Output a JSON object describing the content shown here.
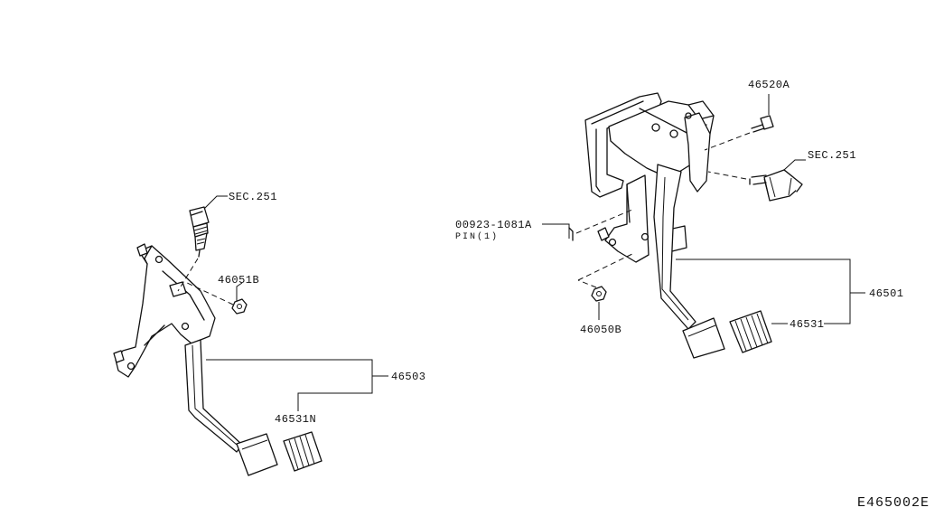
{
  "labels": {
    "sec251_left": "SEC.251",
    "p46051b": "46051B",
    "p46503": "46503",
    "p46531n": "46531N",
    "p46520a": "46520A",
    "sec251_right": "SEC.251",
    "p00923": "00923-1081A",
    "pin_note": "PIN(1)",
    "p46501": "46501",
    "p46531": "46531",
    "p46050b": "46050B"
  },
  "diagram_id": "E465002E"
}
